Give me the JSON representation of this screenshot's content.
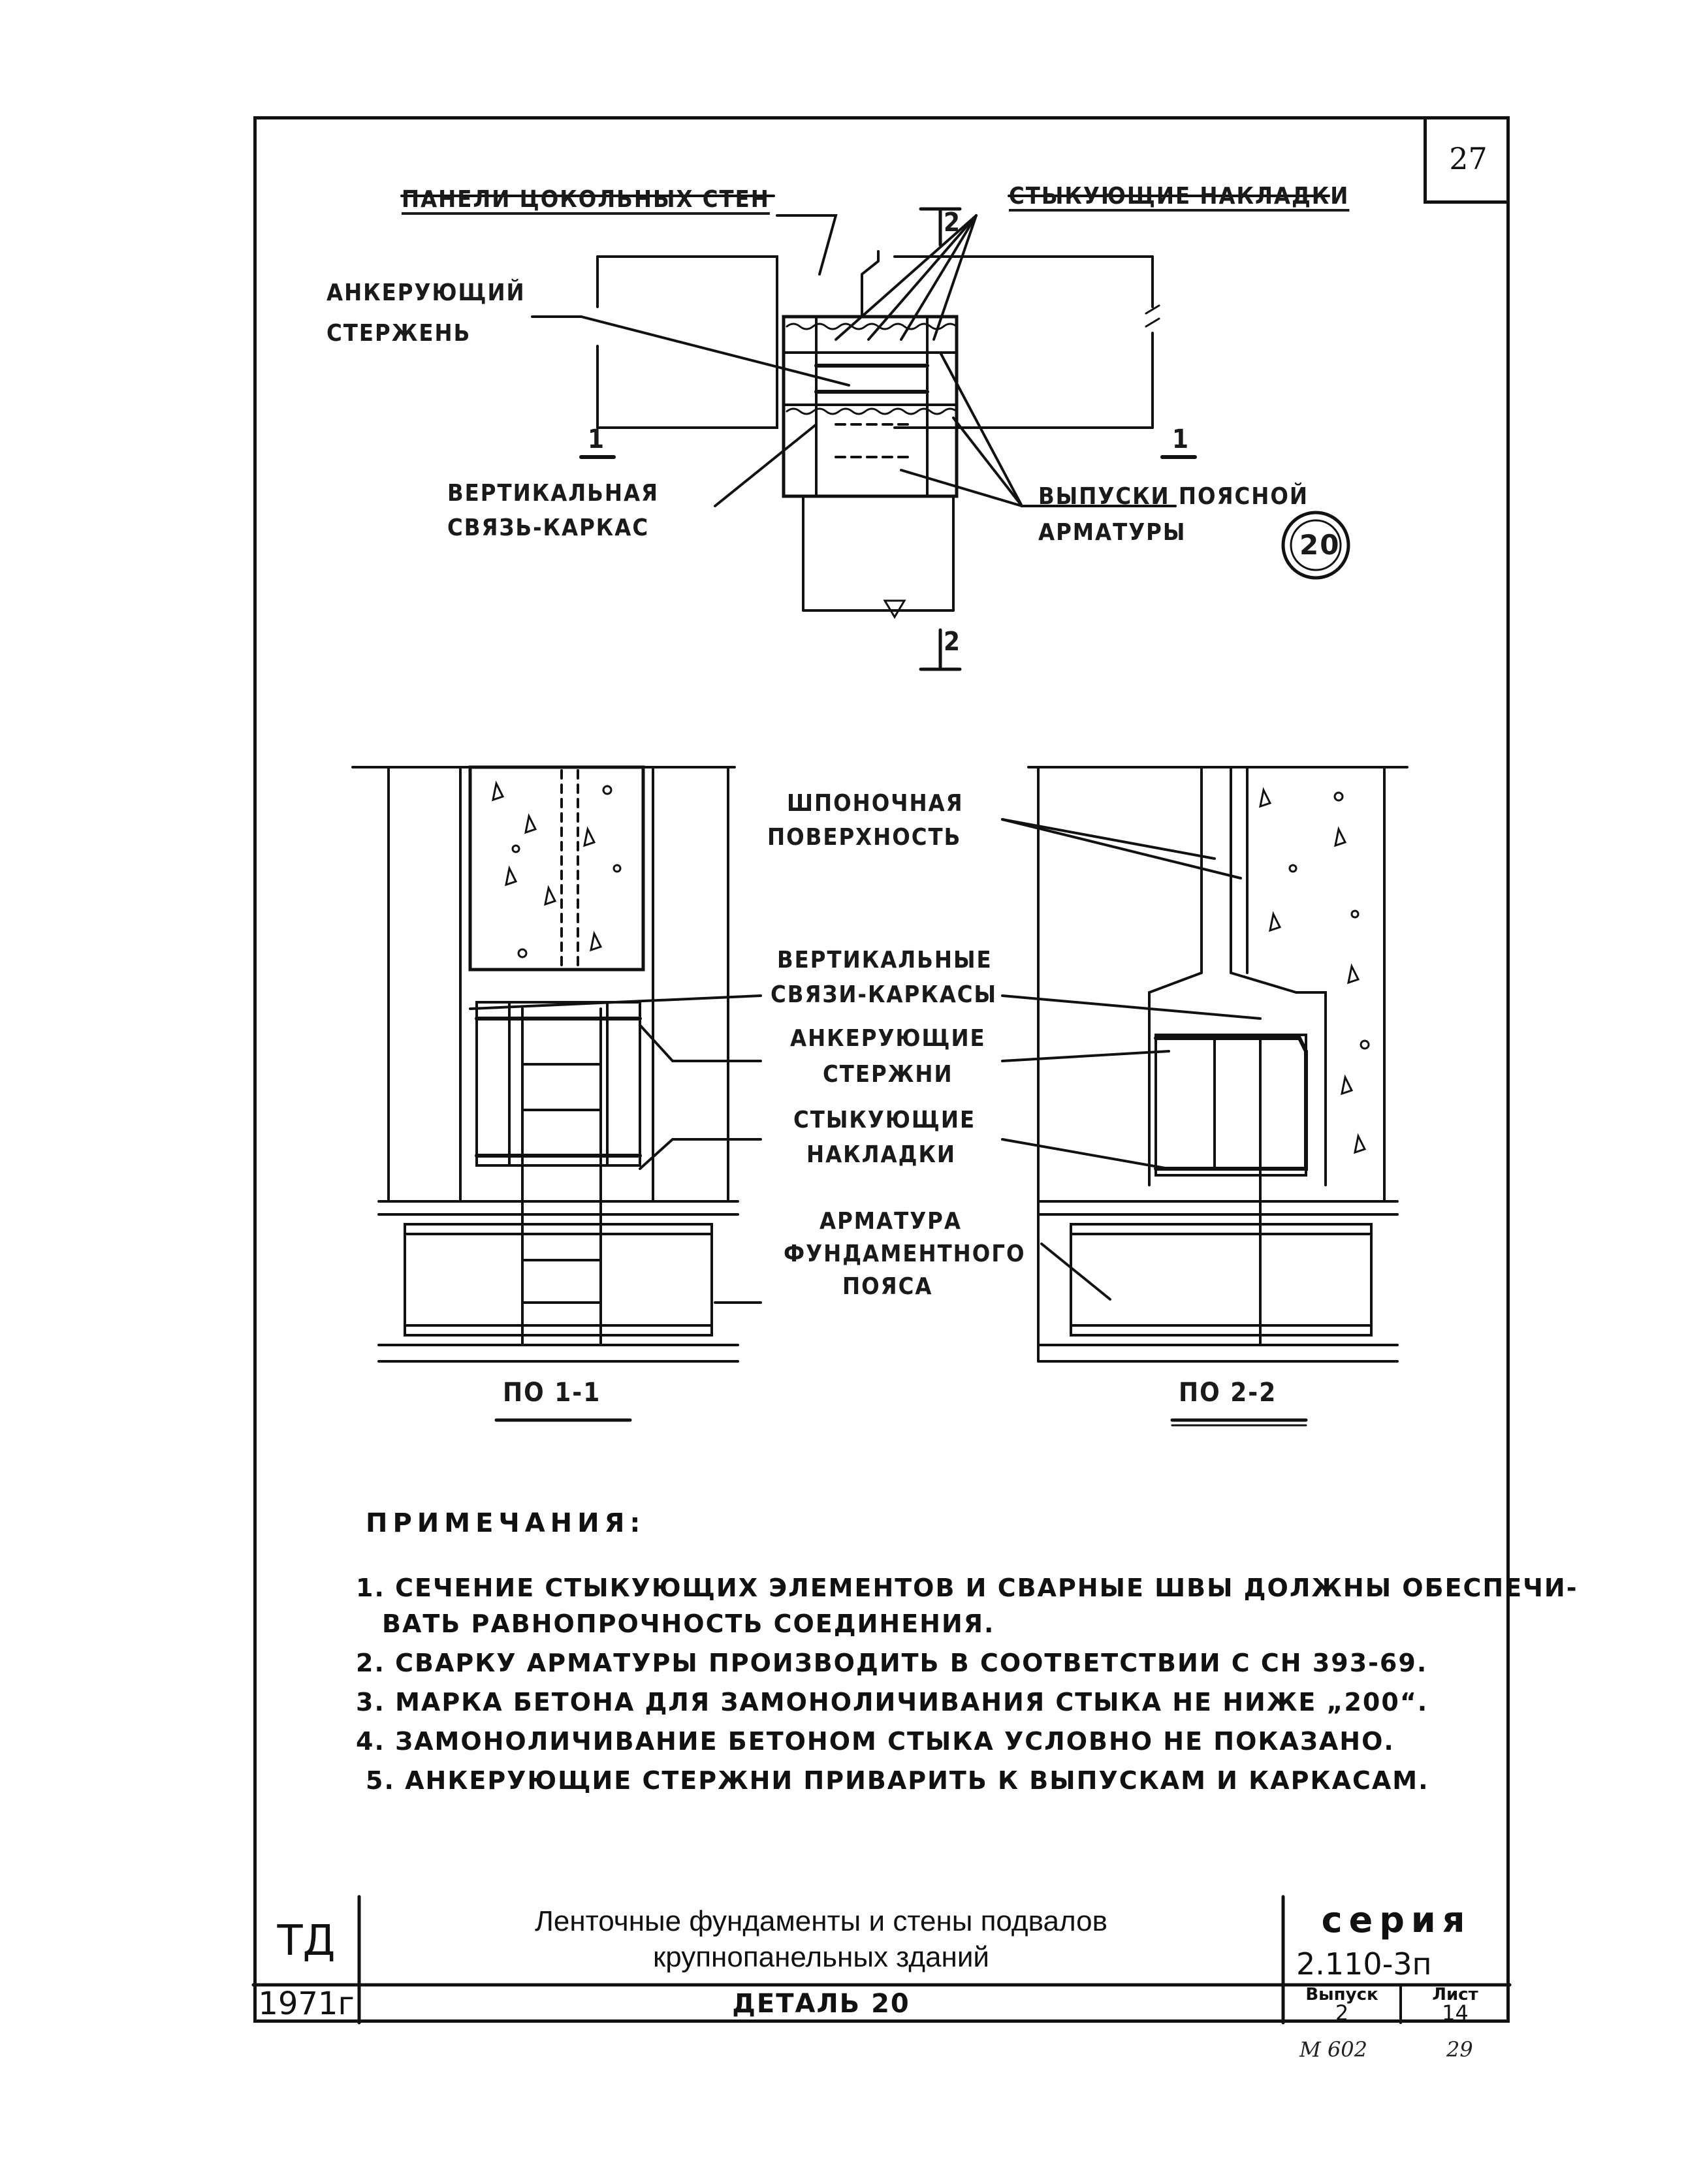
{
  "page_number": "27",
  "plan": {
    "labels": {
      "panels": "ПАНЕЛИ ЦОКОЛЬНЫХ СТЕН",
      "overlays": "СТЫКУЮЩИЕ НАКЛАДКИ",
      "anchor_1": "АНКЕРУЮЩИЙ",
      "anchor_2": "СТЕРЖЕНЬ",
      "vertical_1": "ВЕРТИКАЛЬНАЯ",
      "vertical_2": "СВЯЗЬ-КАРКАС",
      "outlets_1": "ВЫПУСКИ ПОЯСНОЙ",
      "outlets_2": "АРМАТУРЫ"
    },
    "detail_mark": "20",
    "section_marks": {
      "s1": "1",
      "s2": "2"
    }
  },
  "sections": {
    "labels": {
      "keyed_1": "ШПОНОЧНАЯ",
      "keyed_2": "ПОВЕРХНОСТЬ",
      "vert_1": "ВЕРТИКАЛЬНЫЕ",
      "vert_2": "СВЯЗИ-КАРКАСЫ",
      "anch_1": "АНКЕРУЮЩИЕ",
      "anch_2": "СТЕРЖНИ",
      "over_1": "СТЫКУЮЩИЕ",
      "over_2": "НАКЛАДКИ",
      "rebar_1": "АРМАТУРА",
      "rebar_2": "ФУНДАМЕНТНОГО",
      "rebar_3": "ПОЯСА"
    },
    "captions": {
      "left": "ПО 1-1",
      "right": "ПО 2-2"
    }
  },
  "notes": {
    "title": "ПРИМЕЧАНИЯ:",
    "items": [
      "1. СЕЧЕНИЕ СТЫКУЮЩИХ ЭЛЕМЕНТОВ И СВАРНЫЕ ШВЫ ДОЛЖНЫ ОБЕСПЕЧИ-",
      "ВАТЬ РАВНОПРОЧНОСТЬ СОЕДИНЕНИЯ.",
      "2. СВАРКУ АРМАТУРЫ ПРОИЗВОДИТЬ В СООТВЕТСТВИИ С СН 393-69.",
      "3. МАРКА БЕТОНА ДЛЯ ЗАМОНОЛИЧИВАНИЯ СТЫКА НЕ НИЖЕ „200“.",
      "4. ЗАМОНОЛИЧИВАНИЕ БЕТОНОМ СТЫКА УСЛОВНО НЕ ПОКАЗАНО.",
      "5. АНКЕРУЮЩИЕ СТЕРЖНИ ПРИВАРИТЬ К ВЫПУСКАМ И КАРКАСАМ."
    ]
  },
  "title_block": {
    "org": "ТД",
    "year": "1971г",
    "title_line1": "Ленточные фундаменты и стены подвалов",
    "title_line2": "крупнопанельных зданий",
    "detail": "ДЕТАЛЬ 20",
    "series_label": "серия",
    "series_value": "2.110-3п",
    "issue_label": "Выпуск",
    "issue_value": "2",
    "sheet_label": "Лист",
    "sheet_value": "14"
  },
  "handwritten": {
    "left": "М 602",
    "right": "29"
  }
}
